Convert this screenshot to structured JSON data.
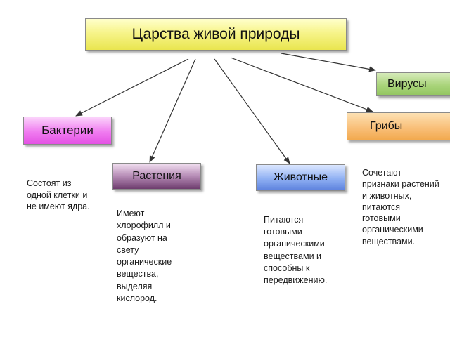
{
  "title": "Царства живой природы",
  "kingdoms": {
    "bacteria": {
      "name": "Бактерии",
      "description": "Состоят из\nодной клетки и\nне имеют ядра."
    },
    "plants": {
      "name": "Растения",
      "description": "Имеют\nхлорофилл и\nобразуют на\nсвету\nорганические\nвещества,\nвыделяя\nкислород."
    },
    "animals": {
      "name": "Животные",
      "description": "Питаются\nготовыми\nорганическими\nвеществами и\nспособны к\nпередвижению."
    },
    "fungi": {
      "name": "Грибы",
      "description": "Сочетают\nпризнаки растений\nи животных,\nпитаются\nготовыми\nорганическими\nвеществами."
    },
    "viruses": {
      "name": "Вирусы"
    }
  },
  "colors": {
    "title_box": "#f7f48a",
    "viruses_box": "#a9d47a",
    "fungi_box": "#f9c07a",
    "bacteria_box": "#f07cf0",
    "plants_box": "#6e3d6e",
    "animals_box": "#8fb0f3",
    "arrow": "#333333"
  }
}
